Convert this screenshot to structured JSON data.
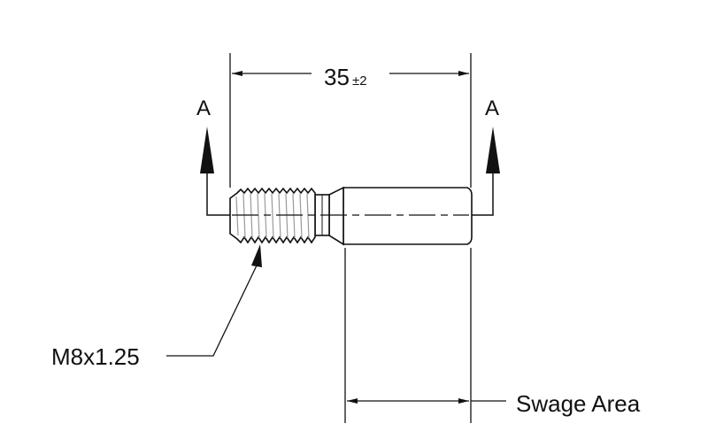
{
  "drawing": {
    "dimension_length": "35",
    "dimension_tolerance": "±2",
    "section_label_left": "A",
    "section_label_right": "A",
    "thread_callout": "M8x1.25",
    "swage_label": "Swage Area"
  },
  "colors": {
    "line": "#111111",
    "part_fill": "#ffffff",
    "thread_hatch": "#9a9a9a"
  }
}
